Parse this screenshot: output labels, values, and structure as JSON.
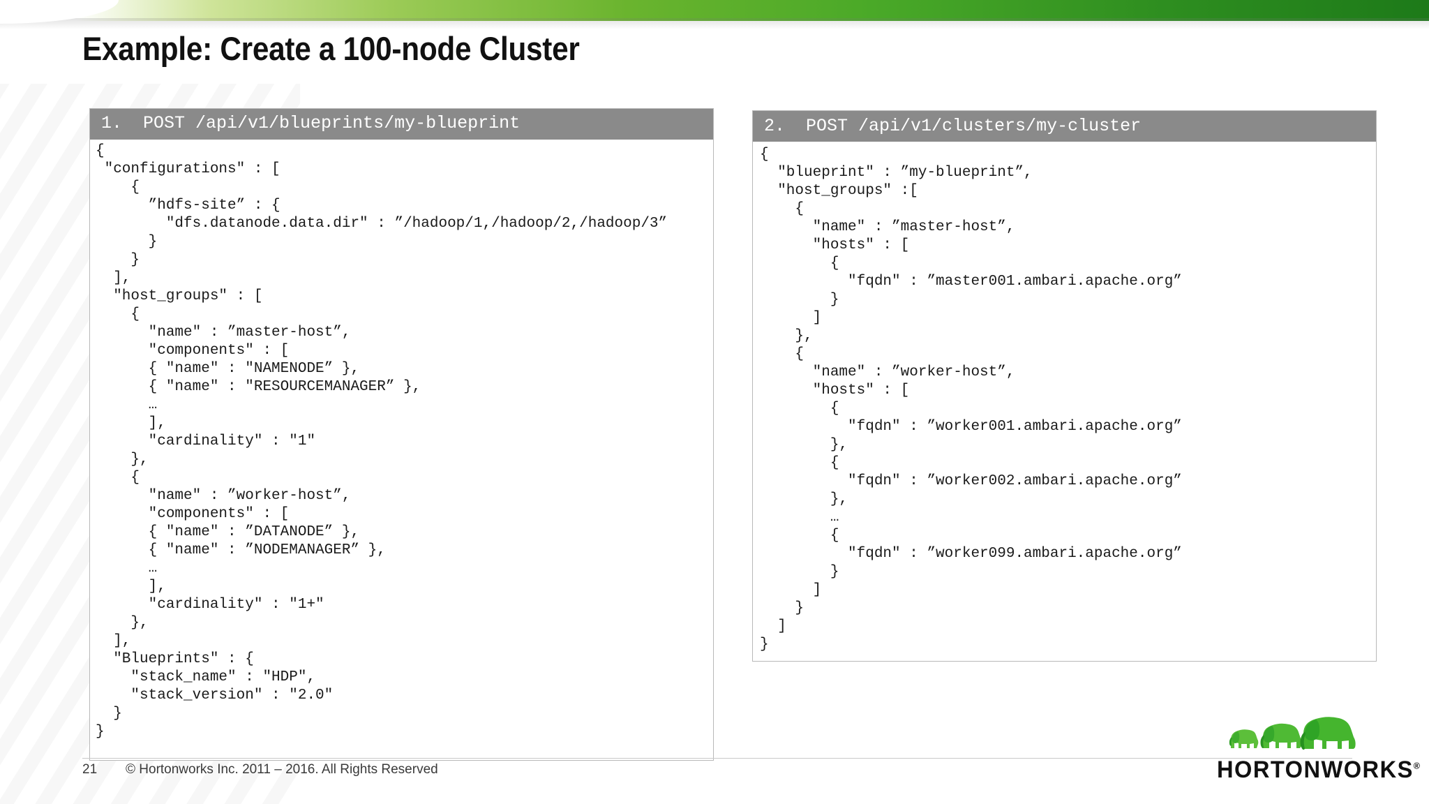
{
  "slide": {
    "title": "Example: Create a 100-node Cluster",
    "page_number": "21",
    "copyright": "© Hortonworks Inc. 2011 – 2016. All Rights Reserved",
    "accent_green": "#6ab42e",
    "header_gray": "#8a8a8a"
  },
  "logo": {
    "wordmark": "HORTONWORKS",
    "registered_mark": "®",
    "icon_name": "three-elephants-logo",
    "colors": [
      "#7ac943",
      "#39b54a",
      "#22a02e"
    ]
  },
  "panels": [
    {
      "id": "blueprint-request",
      "header": "1.  POST /api/v1/blueprints/my-blueprint",
      "code": "{\n \"configurations\" : [\n    {\n      ”hdfs-site” : {\n        \"dfs.datanode.data.dir\" : ”/hadoop/1,/hadoop/2,/hadoop/3”\n      }\n    }\n  ],\n  \"host_groups\" : [\n    {\n      \"name\" : ”master-host”,\n      \"components\" : [\n      { \"name\" : \"NAMENODE” },\n      { \"name\" : \"RESOURCEMANAGER” },\n      …\n      ],\n      \"cardinality\" : \"1\"\n    },\n    {\n      \"name\" : ”worker-host”,\n      \"components\" : [\n      { \"name\" : ”DATANODE” },\n      { \"name\" : ”NODEMANAGER” },\n      …\n      ],\n      \"cardinality\" : \"1+\"\n    },\n  ],\n  \"Blueprints\" : {\n    \"stack_name\" : \"HDP\",\n    \"stack_version\" : \"2.0\"\n  }\n}"
    },
    {
      "id": "cluster-request",
      "header": "2.  POST /api/v1/clusters/my-cluster",
      "code": "{\n  \"blueprint\" : ”my-blueprint”,\n  \"host_groups\" :[\n    {\n      \"name\" : ”master-host”,\n      \"hosts\" : [\n        {\n          \"fqdn\" : ”master001.ambari.apache.org”\n        }\n      ]\n    },\n    {\n      \"name\" : ”worker-host”,\n      \"hosts\" : [\n        {\n          \"fqdn\" : ”worker001.ambari.apache.org”\n        },\n        {\n          \"fqdn\" : ”worker002.ambari.apache.org”\n        },\n        …\n        {\n          \"fqdn\" : ”worker099.ambari.apache.org”\n        }\n      ]\n    }\n  ]\n}"
    }
  ]
}
